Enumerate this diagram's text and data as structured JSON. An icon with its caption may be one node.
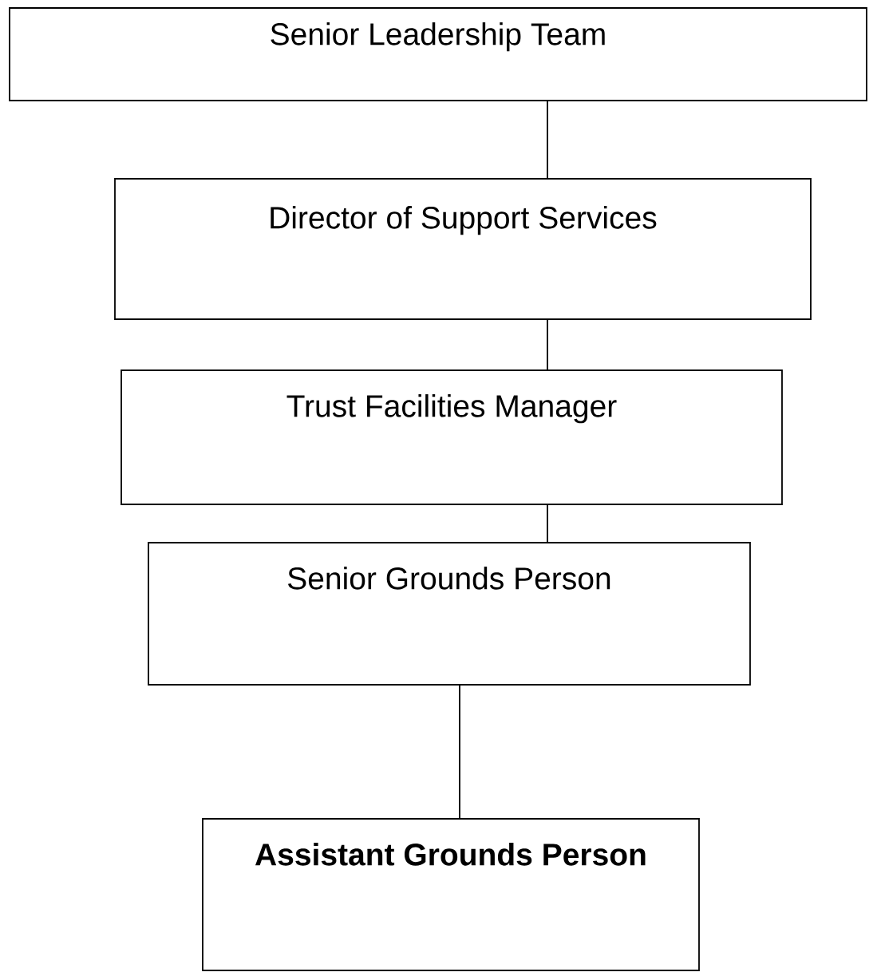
{
  "diagram": {
    "nodes": [
      {
        "text": [
          "Senior Leadership Team"
        ]
      },
      {
        "text": [
          "Director of Support Services"
        ]
      },
      {
        "text": [
          "Trust Facilities Manager"
        ]
      },
      {
        "text": [
          "Senior Grounds Person"
        ]
      },
      {
        "text": [
          "Assistant Grounds Person"
        ]
      }
    ],
    "edges": [
      {
        "from": 0,
        "to": 1,
        "arrow": "none"
      },
      {
        "from": 1,
        "to": 2,
        "arrow": "none"
      },
      {
        "from": 2,
        "to": 3,
        "arrow": "none"
      },
      {
        "from": 3,
        "to": 4,
        "arrow": "none"
      }
    ]
  }
}
